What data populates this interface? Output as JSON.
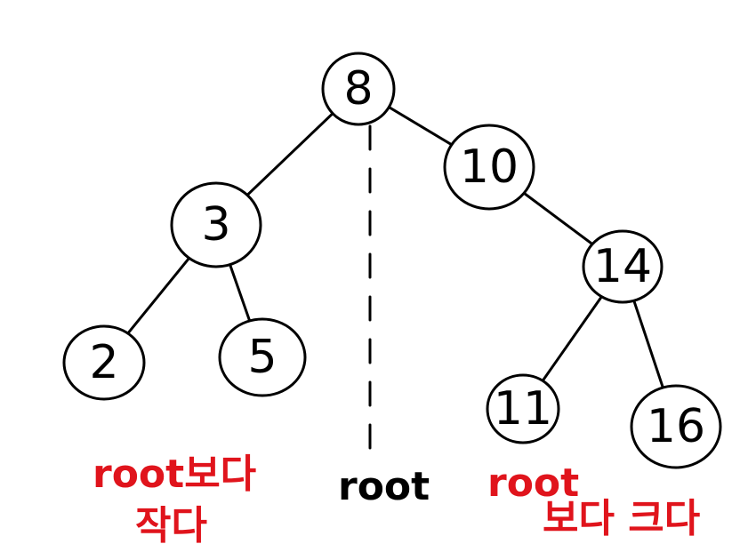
{
  "tree": {
    "nodes": [
      {
        "id": "n8",
        "label": "8"
      },
      {
        "id": "n3",
        "label": "3"
      },
      {
        "id": "n10",
        "label": "10"
      },
      {
        "id": "n2",
        "label": "2"
      },
      {
        "id": "n5",
        "label": "5"
      },
      {
        "id": "n14",
        "label": "14"
      },
      {
        "id": "n11",
        "label": "11"
      },
      {
        "id": "n16",
        "label": "16"
      }
    ],
    "edges": [
      {
        "from": "n8",
        "to": "n3"
      },
      {
        "from": "n8",
        "to": "n10"
      },
      {
        "from": "n3",
        "to": "n2"
      },
      {
        "from": "n3",
        "to": "n5"
      },
      {
        "from": "n10",
        "to": "n14"
      },
      {
        "from": "n14",
        "to": "n11"
      },
      {
        "from": "n14",
        "to": "n16"
      }
    ]
  },
  "annotations": {
    "left_line1": "root보다",
    "left_line2": "작다",
    "center": "root",
    "right_line1": "root",
    "right_line2": "보다 크다"
  },
  "colors": {
    "ink": "#000000",
    "annotation": "#e0141c",
    "background": "#ffffff"
  }
}
